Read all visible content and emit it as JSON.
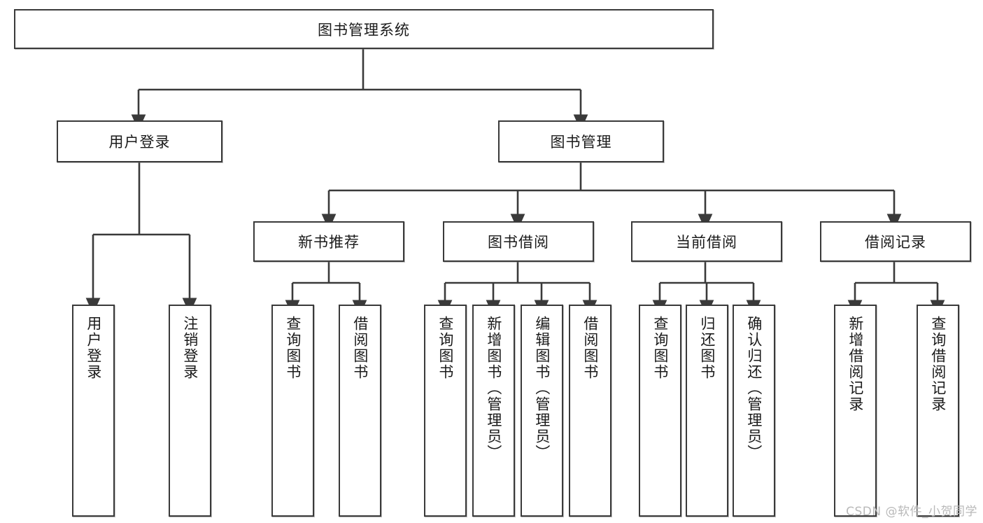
{
  "diagram": {
    "title": "图书管理系统",
    "watermark": "CSDN @软件_小贺同学",
    "colors": {
      "stroke": "#3a3a3a",
      "fill": "#ffffff",
      "text": "#1a1a1a",
      "watermark": "#b9b9b9"
    },
    "root": {
      "label": "图书管理系统"
    },
    "level1": [
      {
        "label": "用户登录"
      },
      {
        "label": "图书管理"
      }
    ],
    "level2": [
      {
        "label": "新书推荐"
      },
      {
        "label": "图书借阅"
      },
      {
        "label": "当前借阅"
      },
      {
        "label": "借阅记录"
      }
    ],
    "leaves": {
      "user_login": [
        {
          "label": "用户登录"
        },
        {
          "label": "注销登录"
        }
      ],
      "new_book": [
        {
          "label": "查询图书"
        },
        {
          "label": "借阅图书"
        }
      ],
      "book_borrow": [
        {
          "label": "查询图书"
        },
        {
          "label": "新增图书（管理员）"
        },
        {
          "label": "编辑图书（管理员）"
        },
        {
          "label": "借阅图书"
        }
      ],
      "current_borrow": [
        {
          "label": "查询图书"
        },
        {
          "label": "归还图书"
        },
        {
          "label": "确认归还（管理员）"
        }
      ],
      "borrow_record": [
        {
          "label": "新增借阅记录"
        },
        {
          "label": "查询借阅记录"
        }
      ]
    }
  }
}
